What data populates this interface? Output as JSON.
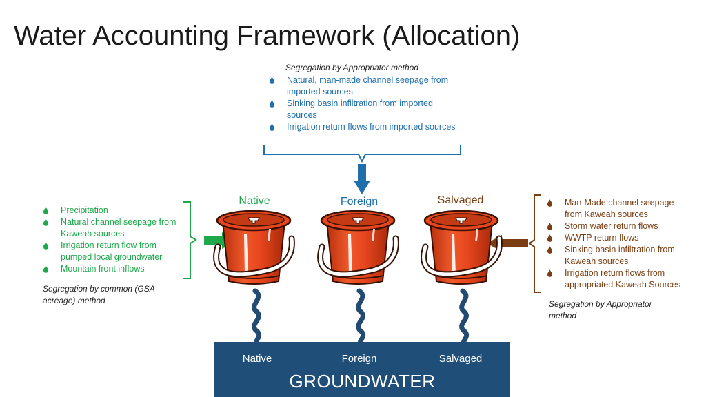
{
  "title": "Water Accounting Framework (Allocation)",
  "colors": {
    "blue": "#1f6fad",
    "green": "#1ea84a",
    "brown": "#7a3e12",
    "bucket": "#e8461e",
    "groundwater": "#1f4e79",
    "straw": "#234b72"
  },
  "top": {
    "heading": "Segregation by Appropriator method",
    "items": [
      "Natural, man-made channel seepage from imported sources",
      "Sinking basin infiltration from imported sources",
      "Irrigation return flows from imported sources"
    ]
  },
  "left": {
    "heading": "Segregation by common (GSA acreage) method",
    "items": [
      "Precipitation",
      "Natural channel seepage from Kaweah sources",
      "Irrigation return flow from pumped local groundwater",
      "Mountain front inflows"
    ]
  },
  "right": {
    "heading": "Segregation by Appropriator method",
    "items": [
      "Man-Made channel seepage from Kaweah sources",
      "Storm water return flows",
      "WWTP return flows",
      "Sinking basin infiltration from Kaweah sources",
      "Irrigation return flows from appropriated Kaweah Sources"
    ]
  },
  "buckets": [
    "Native",
    "Foreign",
    "Salvaged"
  ],
  "groundwater": {
    "title": "GROUNDWATER",
    "labels": [
      "Native",
      "Foreign",
      "Salvaged"
    ]
  },
  "icons": {
    "bullet": "water-drop-icon",
    "bucket": "bucket-icon",
    "arrow": "arrow-icon",
    "straw": "straw-icon"
  }
}
